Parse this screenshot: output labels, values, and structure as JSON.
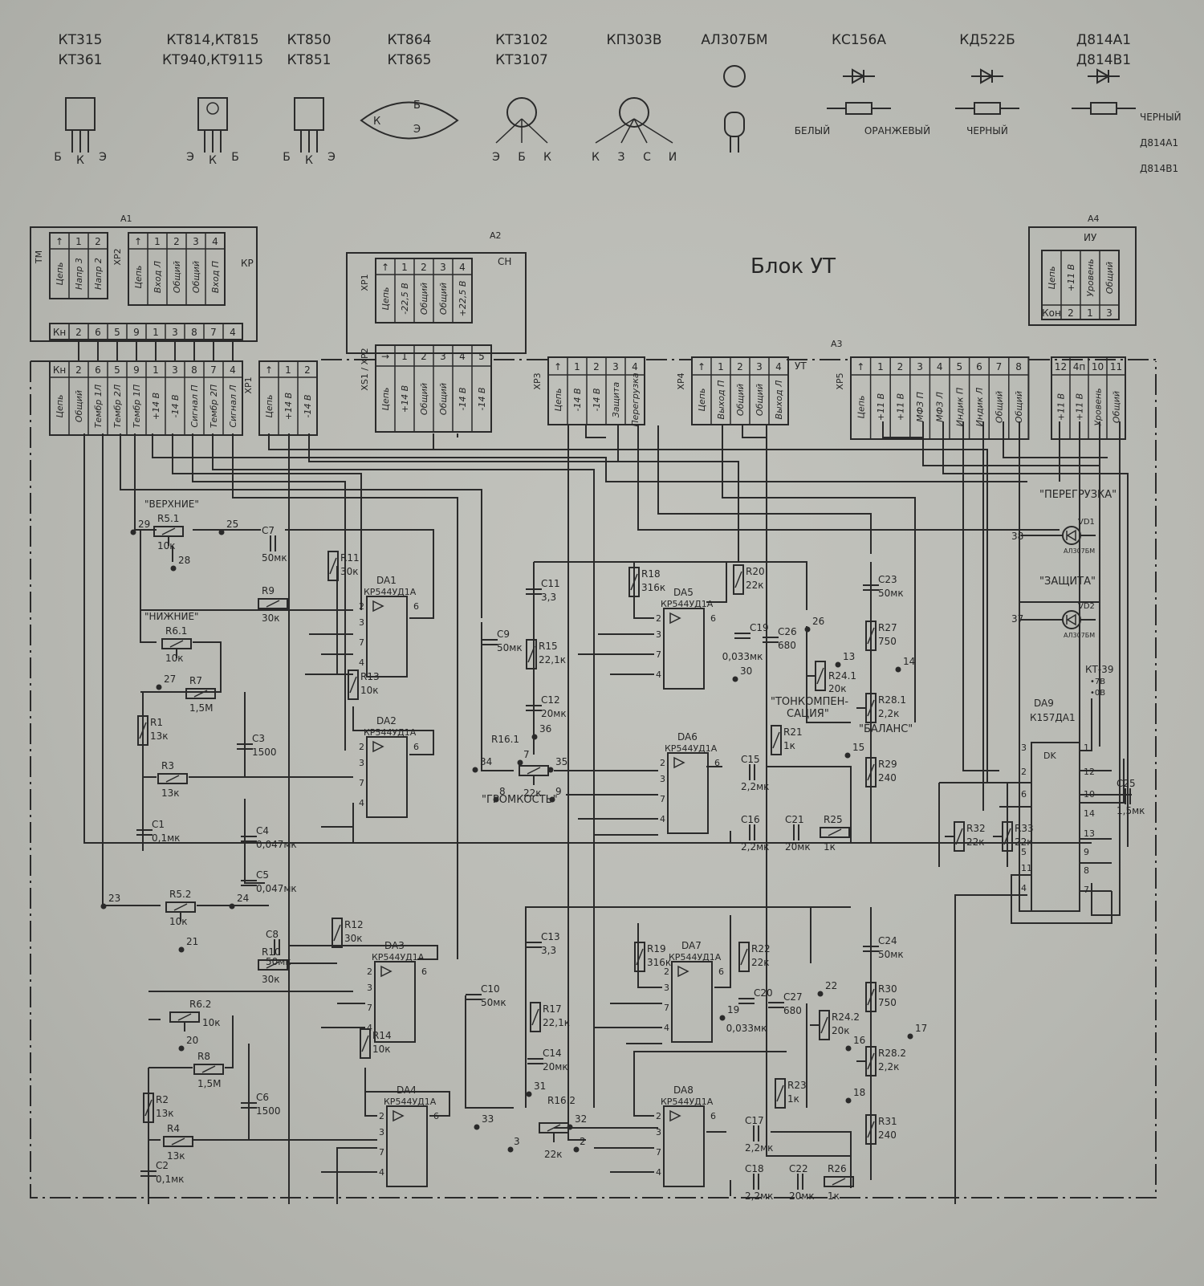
{
  "title": "Блок УТ",
  "pinout_legend": [
    {
      "types": [
        "КТ315",
        "КТ361"
      ],
      "pins": [
        "Б",
        "К",
        "Э"
      ]
    },
    {
      "types": [
        "КТ814,КТ815",
        "КТ940,КТ9115"
      ],
      "pins": [
        "Э",
        "К",
        "Б"
      ]
    },
    {
      "types": [
        "КТ850",
        "КТ851"
      ],
      "pins": [
        "Б",
        "К",
        "Э"
      ]
    },
    {
      "types": [
        "КТ864",
        "КТ865"
      ],
      "pins": [
        "К",
        "Б",
        "Э"
      ]
    },
    {
      "types": [
        "КТ3102",
        "КТ3107"
      ],
      "pins": [
        "Э",
        "Б",
        "К"
      ]
    },
    {
      "types": [
        "КП303В"
      ],
      "pins": [
        "К",
        "З",
        "С",
        "И"
      ]
    },
    {
      "types": [
        "АЛ307БМ"
      ],
      "pins": []
    },
    {
      "types": [
        "КС156А"
      ],
      "pins": [
        "БЕЛЫЙ",
        "ОРАНЖЕВЫЙ"
      ]
    },
    {
      "types": [
        "КД522Б"
      ],
      "pins": [
        "ЧЕРНЫЙ"
      ]
    },
    {
      "types": [
        "Д814А1",
        "Д814В1"
      ],
      "pins": [
        "ЧЕРНЫЙ",
        "Д814А1",
        "Д814В1"
      ]
    }
  ],
  "blocks": [
    {
      "ref": "A1",
      "name": "КР"
    },
    {
      "ref": "A2",
      "name": "СН"
    },
    {
      "ref": "A3",
      "name": "УТ"
    },
    {
      "ref": "A4",
      "name": "ИУ"
    }
  ],
  "connectors": [
    {
      "ref": "ТМ",
      "cols": [
        {
          "num": "↑",
          "name": "Цепь"
        },
        {
          "num": "1",
          "name": "Напр 3"
        },
        {
          "num": "2",
          "name": "Напр 2"
        }
      ]
    },
    {
      "ref": "XP2",
      "cols": [
        {
          "num": "↑",
          "name": "Цепь"
        },
        {
          "num": "1",
          "name": "Вход Л"
        },
        {
          "num": "2",
          "name": "Общий"
        },
        {
          "num": "3",
          "name": "Общий"
        },
        {
          "num": "4",
          "name": "Вход П"
        }
      ]
    },
    {
      "ref": "",
      "cols": [
        {
          "num": "Кн",
          "name": ""
        },
        {
          "num": "2",
          "name": ""
        },
        {
          "num": "6",
          "name": ""
        },
        {
          "num": "5",
          "name": ""
        },
        {
          "num": "9",
          "name": ""
        },
        {
          "num": "1",
          "name": ""
        },
        {
          "num": "3",
          "name": ""
        },
        {
          "num": "8",
          "name": ""
        },
        {
          "num": "7",
          "name": ""
        },
        {
          "num": "4",
          "name": ""
        }
      ]
    },
    {
      "ref": "",
      "cols": [
        {
          "num": "Кн",
          "name": "Цепь"
        },
        {
          "num": "2",
          "name": "Общий"
        },
        {
          "num": "6",
          "name": "Тембр 1Л"
        },
        {
          "num": "5",
          "name": "Тембр 2Л"
        },
        {
          "num": "9",
          "name": "Тембр 1П"
        },
        {
          "num": "1",
          "name": "+14 В"
        },
        {
          "num": "3",
          "name": "-14 В"
        },
        {
          "num": "8",
          "name": "Сигнал П"
        },
        {
          "num": "7",
          "name": "Тембр 2П"
        },
        {
          "num": "4",
          "name": "Сигнал Л"
        }
      ]
    },
    {
      "ref": "XP1",
      "cols": [
        {
          "num": "↑",
          "name": "Цепь"
        },
        {
          "num": "1",
          "name": "+14 В"
        },
        {
          "num": "2",
          "name": "-14 В"
        }
      ]
    },
    {
      "ref": "XP1",
      "cols": [
        {
          "num": "↑",
          "name": "Цепь"
        },
        {
          "num": "1",
          "name": "-22,5 В"
        },
        {
          "num": "2",
          "name": "Общий"
        },
        {
          "num": "3",
          "name": "Общий"
        },
        {
          "num": "4",
          "name": "+22,5 В"
        }
      ]
    },
    {
      "ref": "XS1 / XP2",
      "cols": [
        {
          "num": "→",
          "name": "Цепь"
        },
        {
          "num": "1",
          "name": "+14 В"
        },
        {
          "num": "2",
          "name": "Общий"
        },
        {
          "num": "3",
          "name": "Общий"
        },
        {
          "num": "4",
          "name": "-14 В"
        },
        {
          "num": "5",
          "name": "-14 В"
        }
      ]
    },
    {
      "ref": "XP3",
      "cols": [
        {
          "num": "↑",
          "name": "Цепь"
        },
        {
          "num": "1",
          "name": "-14 В"
        },
        {
          "num": "2",
          "name": "-14 В"
        },
        {
          "num": "3",
          "name": "Защита"
        },
        {
          "num": "4",
          "name": "Перегрузка"
        }
      ]
    },
    {
      "ref": "XP4",
      "cols": [
        {
          "num": "↑",
          "name": "Цепь"
        },
        {
          "num": "1",
          "name": "Выход П"
        },
        {
          "num": "2",
          "name": "Общий"
        },
        {
          "num": "3",
          "name": "Общий"
        },
        {
          "num": "4",
          "name": "Выход Л"
        }
      ]
    },
    {
      "ref": "XP5",
      "cols": [
        {
          "num": "↑",
          "name": "Цепь"
        },
        {
          "num": "1",
          "name": "+11 В"
        },
        {
          "num": "2",
          "name": "+11 В"
        },
        {
          "num": "3",
          "name": "МФЗ П"
        },
        {
          "num": "4",
          "name": "МФЗ Л"
        },
        {
          "num": "5",
          "name": "Индик П"
        },
        {
          "num": "6",
          "name": "Индик Л"
        },
        {
          "num": "7",
          "name": "Общий"
        },
        {
          "num": "8",
          "name": "Общий"
        }
      ]
    },
    {
      "ref": "",
      "cols": [
        {
          "num": "12",
          "name": "+11 В"
        },
        {
          "num": "4п",
          "name": "+11 В"
        },
        {
          "num": "10",
          "name": "Уровень"
        },
        {
          "num": "11",
          "name": "Общий"
        }
      ]
    },
    {
      "ref": "",
      "cols": [
        {
          "num": "Кон",
          "name": "Цепь"
        },
        {
          "num": "2",
          "name": "+11 В"
        },
        {
          "num": "1",
          "name": "Уровень"
        },
        {
          "num": "3",
          "name": "Общий"
        }
      ]
    }
  ],
  "components": [
    {
      "ref": "R5.1",
      "value": "10к"
    },
    {
      "ref": "R11",
      "value": "30к"
    },
    {
      "ref": "R9",
      "value": "30к"
    },
    {
      "ref": "R6.1",
      "value": "10к"
    },
    {
      "ref": "R7",
      "value": "1,5М"
    },
    {
      "ref": "R1",
      "value": "13к"
    },
    {
      "ref": "R3",
      "value": "13к"
    },
    {
      "ref": "R13",
      "value": "10к"
    },
    {
      "ref": "R5.2",
      "value": "10к"
    },
    {
      "ref": "R12",
      "value": "30к"
    },
    {
      "ref": "R10",
      "value": "30к"
    },
    {
      "ref": "R6.2",
      "value": "10к"
    },
    {
      "ref": "R8",
      "value": "1,5М"
    },
    {
      "ref": "R2",
      "value": "13к"
    },
    {
      "ref": "R4",
      "value": "13к"
    },
    {
      "ref": "R14",
      "value": "10к"
    },
    {
      "ref": "R18",
      "value": "316к"
    },
    {
      "ref": "R15",
      "value": "22,1к"
    },
    {
      "ref": "R16.1",
      "value": "22к"
    },
    {
      "ref": "R20",
      "value": "22к"
    },
    {
      "ref": "R24.1",
      "value": "20к"
    },
    {
      "ref": "R27",
      "value": "750"
    },
    {
      "ref": "R28.1",
      "value": "2,2к"
    },
    {
      "ref": "R29",
      "value": "240"
    },
    {
      "ref": "R21",
      "value": "1к"
    },
    {
      "ref": "R25",
      "value": "1к"
    },
    {
      "ref": "R19",
      "value": "316к"
    },
    {
      "ref": "R17",
      "value": "22,1к"
    },
    {
      "ref": "R16.2",
      "value": "22к"
    },
    {
      "ref": "R22",
      "value": "22к"
    },
    {
      "ref": "R24.2",
      "value": "20к"
    },
    {
      "ref": "R30",
      "value": "750"
    },
    {
      "ref": "R28.2",
      "value": "2,2к"
    },
    {
      "ref": "R31",
      "value": "240"
    },
    {
      "ref": "R23",
      "value": "1к"
    },
    {
      "ref": "R26",
      "value": "1к"
    },
    {
      "ref": "R32",
      "value": "22к"
    },
    {
      "ref": "R33",
      "value": "22к"
    },
    {
      "ref": "C7",
      "value": "50мк"
    },
    {
      "ref": "C3",
      "value": "1500"
    },
    {
      "ref": "C1",
      "value": "0,1мк"
    },
    {
      "ref": "C4",
      "value": "0,047мк"
    },
    {
      "ref": "C5",
      "value": "0,047мк"
    },
    {
      "ref": "C8",
      "value": "50мк"
    },
    {
      "ref": "C6",
      "value": "1500"
    },
    {
      "ref": "C2",
      "value": "0,1мк"
    },
    {
      "ref": "C11",
      "value": "3,3"
    },
    {
      "ref": "C9",
      "value": "50мк"
    },
    {
      "ref": "C12",
      "value": "20мк"
    },
    {
      "ref": "C19",
      "value": "0,033мк"
    },
    {
      "ref": "C26",
      "value": "680"
    },
    {
      "ref": "C23",
      "value": "50мк"
    },
    {
      "ref": "C15",
      "value": "2,2мк"
    },
    {
      "ref": "C16",
      "value": "2,2мк"
    },
    {
      "ref": "C21",
      "value": "20мк"
    },
    {
      "ref": "C25",
      "value": "1,5мк"
    },
    {
      "ref": "C13",
      "value": "3,3"
    },
    {
      "ref": "C10",
      "value": "50мк"
    },
    {
      "ref": "C14",
      "value": "20мк"
    },
    {
      "ref": "C20",
      "value": "0,033мк"
    },
    {
      "ref": "C27",
      "value": "680"
    },
    {
      "ref": "C24",
      "value": "50мк"
    },
    {
      "ref": "C17",
      "value": "2,2мк"
    },
    {
      "ref": "C18",
      "value": "2,2мк"
    },
    {
      "ref": "C22",
      "value": "20мк"
    }
  ],
  "opamps": [
    {
      "ref": "DA1",
      "type": "КР544УД1А",
      "pins": [
        "2",
        "3",
        "7",
        "4",
        "6"
      ]
    },
    {
      "ref": "DA2",
      "type": "КР544УД1А",
      "pins": [
        "2",
        "3",
        "7",
        "4",
        "6"
      ]
    },
    {
      "ref": "DA3",
      "type": "КР544УД1А",
      "pins": [
        "2",
        "3",
        "7",
        "4",
        "6"
      ]
    },
    {
      "ref": "DA4",
      "type": "КР544УД1А",
      "pins": [
        "2",
        "3",
        "7",
        "4",
        "6"
      ]
    },
    {
      "ref": "DA5",
      "type": "КР544УД1А",
      "pins": [
        "2",
        "3",
        "7",
        "4",
        "6"
      ]
    },
    {
      "ref": "DA6",
      "type": "КР544УД1А",
      "pins": [
        "2",
        "3",
        "7",
        "4",
        "6"
      ]
    },
    {
      "ref": "DA7",
      "type": "КР544УД1А",
      "pins": [
        "2",
        "3",
        "7",
        "4",
        "6"
      ]
    },
    {
      "ref": "DA8",
      "type": "КР544УД1А",
      "pins": [
        "2",
        "3",
        "7",
        "4",
        "6"
      ]
    }
  ],
  "da9": {
    "ref": "DA9",
    "type": "К157ДА1",
    "inner": "DK",
    "pins_left": [
      "3",
      "2",
      "6",
      "5",
      "11",
      "4"
    ],
    "pins_right": [
      "1",
      "12",
      "10",
      "14",
      "13",
      "9",
      "8",
      "7"
    ]
  },
  "leds": [
    {
      "ref": "VD1",
      "type": "АЛ307БМ",
      "label": "\"ПЕРЕГРУЗКА\"",
      "node": "38"
    },
    {
      "ref": "VD2",
      "type": "АЛ307БМ",
      "label": "\"ЗАЩИТА\"",
      "node": "37"
    }
  ],
  "annotations": {
    "treble": "\"ВЕРХНИЕ\"",
    "bass": "\"НИЖНИЕ\"",
    "volume": "\"ГРОМКОСТЬ\"",
    "loudness": "\"ТОНКОМПЕН-\nСАЦИЯ\"",
    "loudness_1": "\"ТОНКОМПЕН-",
    "loudness_2": "САЦИЯ\"",
    "balance": "\"БАЛАНС\"",
    "testpoint": "КТ-39",
    "tp_v1": "•7В",
    "tp_v2": "•0В"
  },
  "nodes": [
    "29",
    "25",
    "28",
    "27",
    "23",
    "24",
    "21",
    "20",
    "34",
    "35",
    "36",
    "8",
    "9",
    "7",
    "33",
    "32",
    "31",
    "3",
    "2",
    "26",
    "30",
    "13",
    "14",
    "15",
    "16",
    "17",
    "18",
    "22",
    "19"
  ]
}
